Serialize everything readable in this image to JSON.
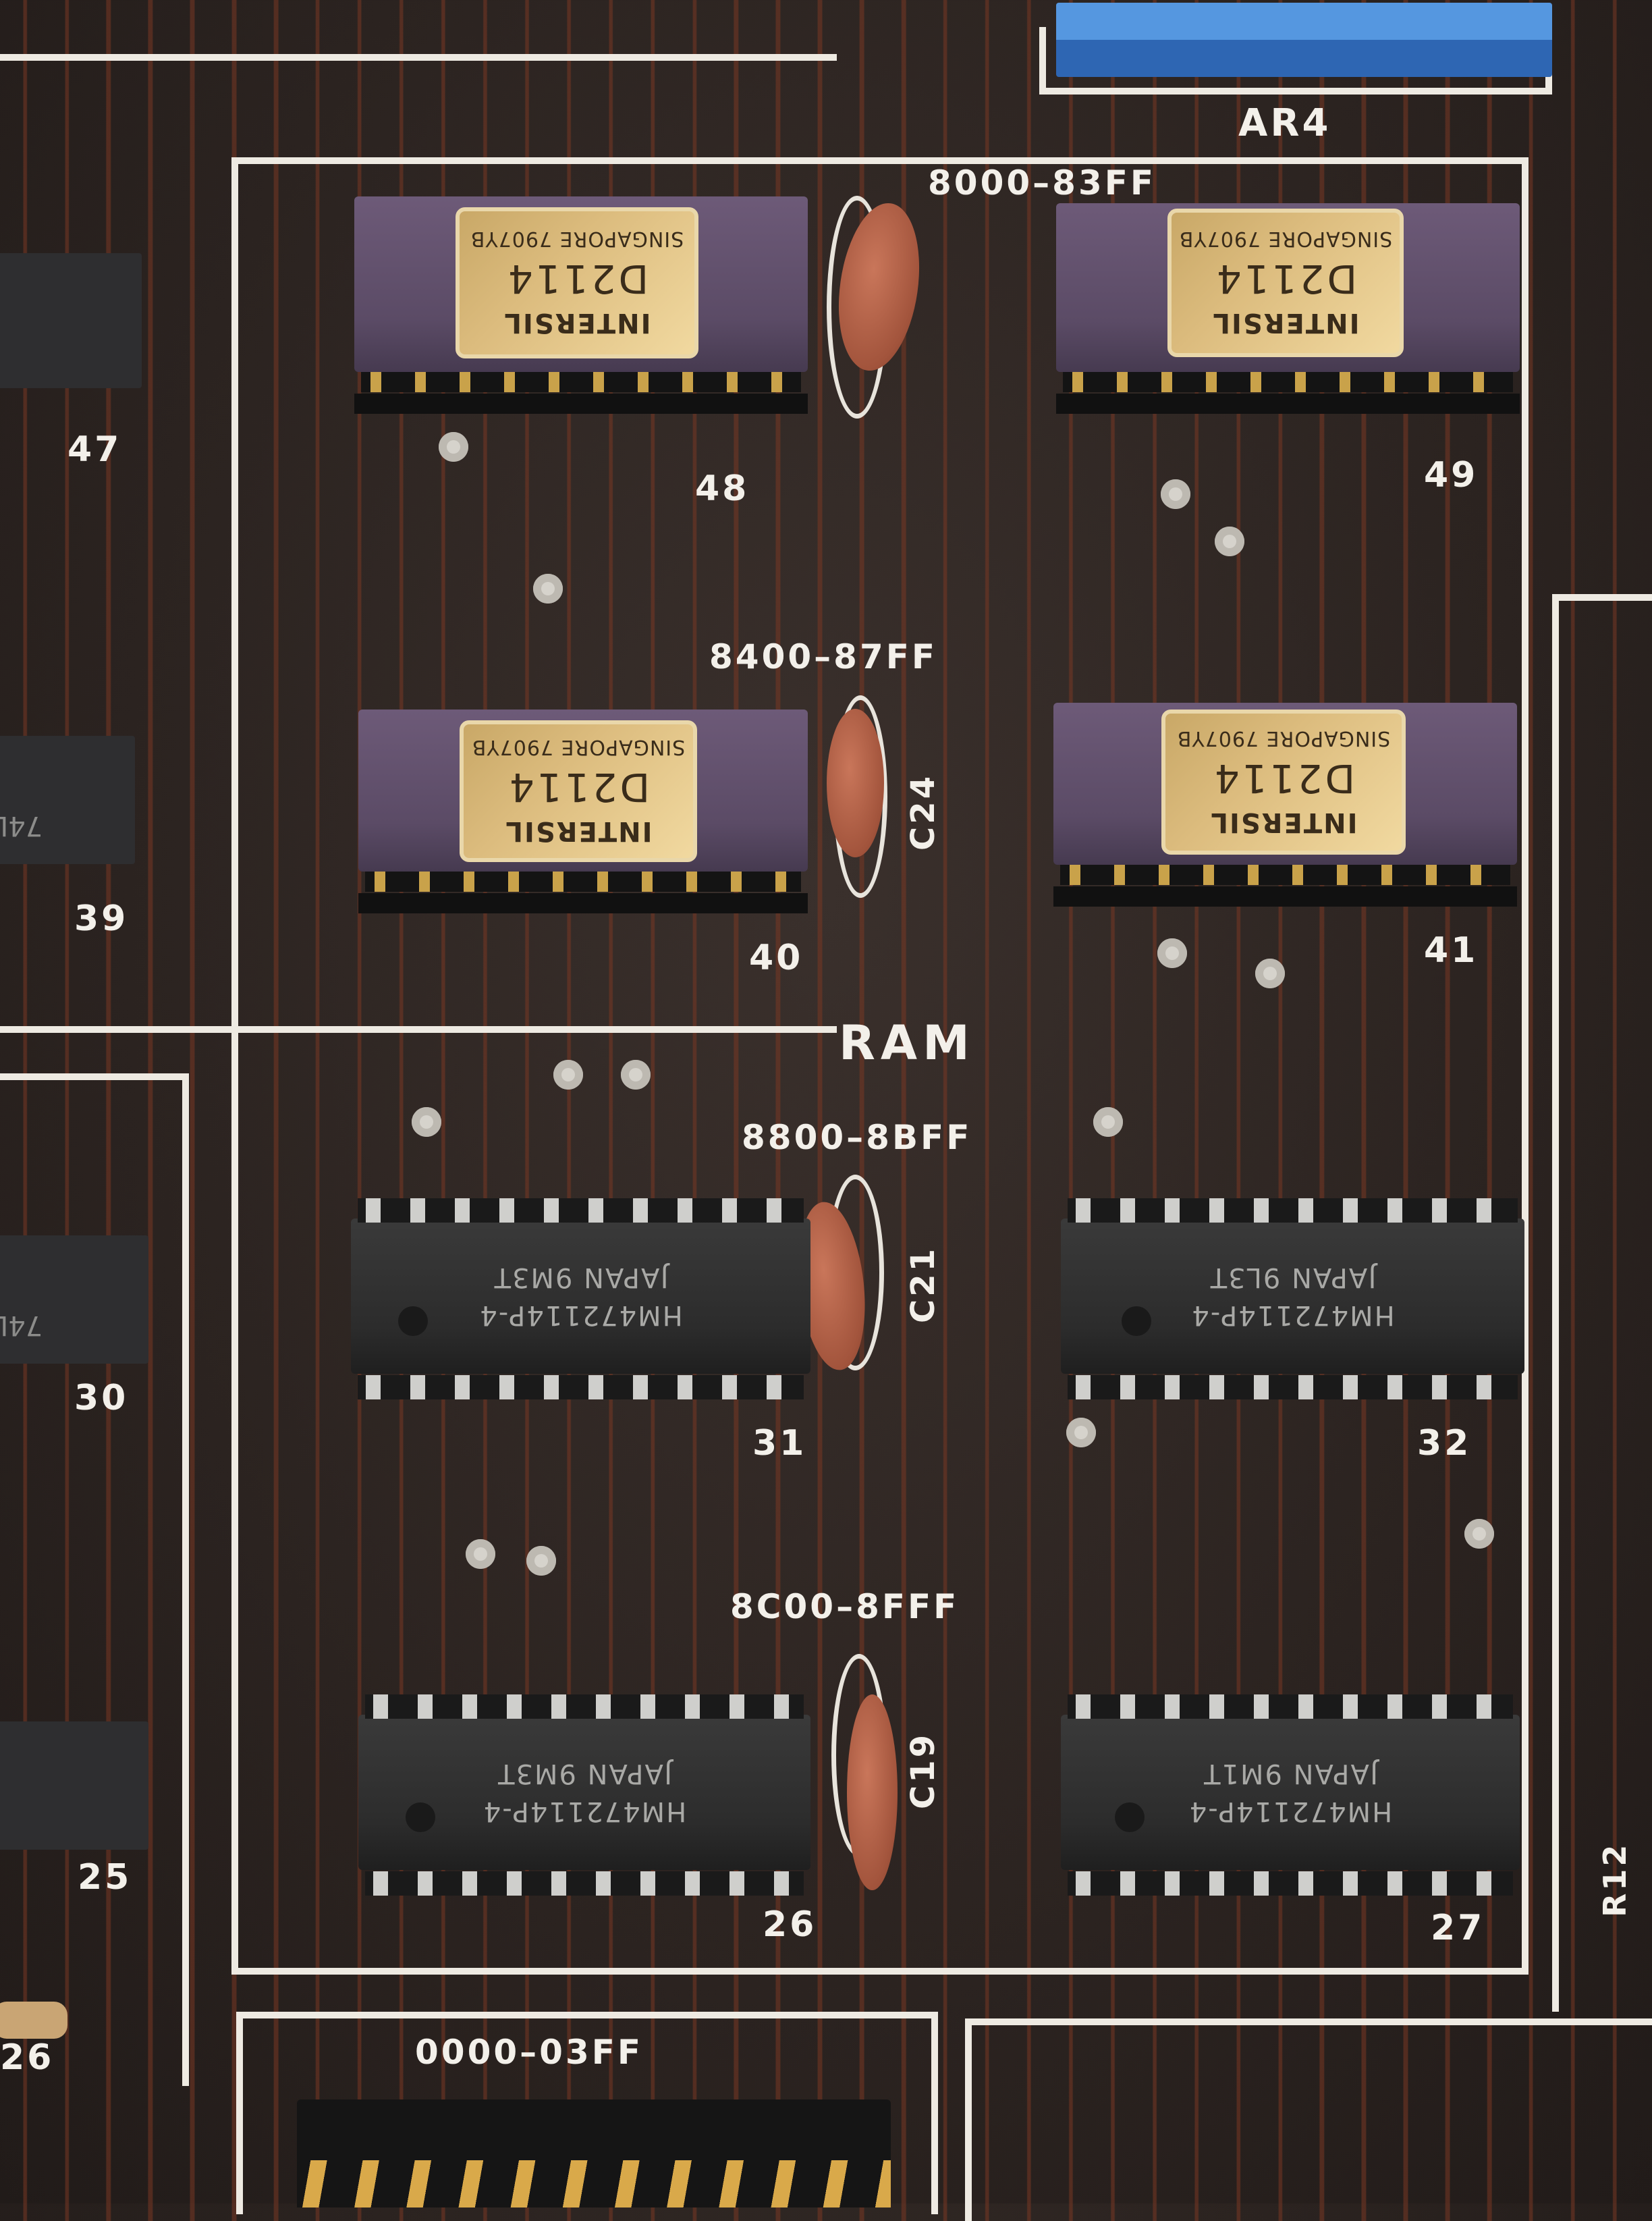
{
  "board": {
    "section_label": "RAM",
    "connector_label": "AR4",
    "resistor_label": "R12",
    "bottom_address": "0000–03FF",
    "bottom_chip_number": "26"
  },
  "address_ranges": [
    "8000–83FF",
    "8400–87FF",
    "8800–8BFF",
    "8C00–8FFF"
  ],
  "capacitors": [
    "C24",
    "C21",
    "C19"
  ],
  "intersil_chips": [
    {
      "ref": "48",
      "brand": "INTERSIL",
      "part": "D2114",
      "origin": "SINGAPORE 7907YB"
    },
    {
      "ref": "49",
      "brand": "INTERSIL",
      "part": "D2114",
      "origin": "SINGAPORE 7907YB"
    },
    {
      "ref": "40",
      "brand": "INTERSIL",
      "part": "D2114",
      "origin": "SINGAPORE 7907YB"
    },
    {
      "ref": "41",
      "brand": "INTERSIL",
      "part": "D2114",
      "origin": "SINGAPORE 7907YB"
    }
  ],
  "hitachi_chips": [
    {
      "ref": "31",
      "part": "HM472114P-4",
      "origin": "JAPAN 9M3T"
    },
    {
      "ref": "32",
      "part": "HM472114P-4",
      "origin": "JAPAN 9L3T"
    },
    {
      "ref": "26",
      "part": "HM472114P-4",
      "origin": "JAPAN 9M3T"
    },
    {
      "ref": "27",
      "part": "HM472114P-4",
      "origin": "JAPAN 9M1T"
    }
  ],
  "left_chips": [
    {
      "ref": "47"
    },
    {
      "ref": "39",
      "marking": "74L"
    },
    {
      "ref": "30",
      "marking": "74L"
    },
    {
      "ref": "25"
    }
  ],
  "colors": {
    "board": "#2b2320",
    "silkscreen": "#eeeae2",
    "connector": "#3f7fd0",
    "ceramic_lid": "#dcbc7e",
    "ceramic_body": "#5b4b66"
  }
}
